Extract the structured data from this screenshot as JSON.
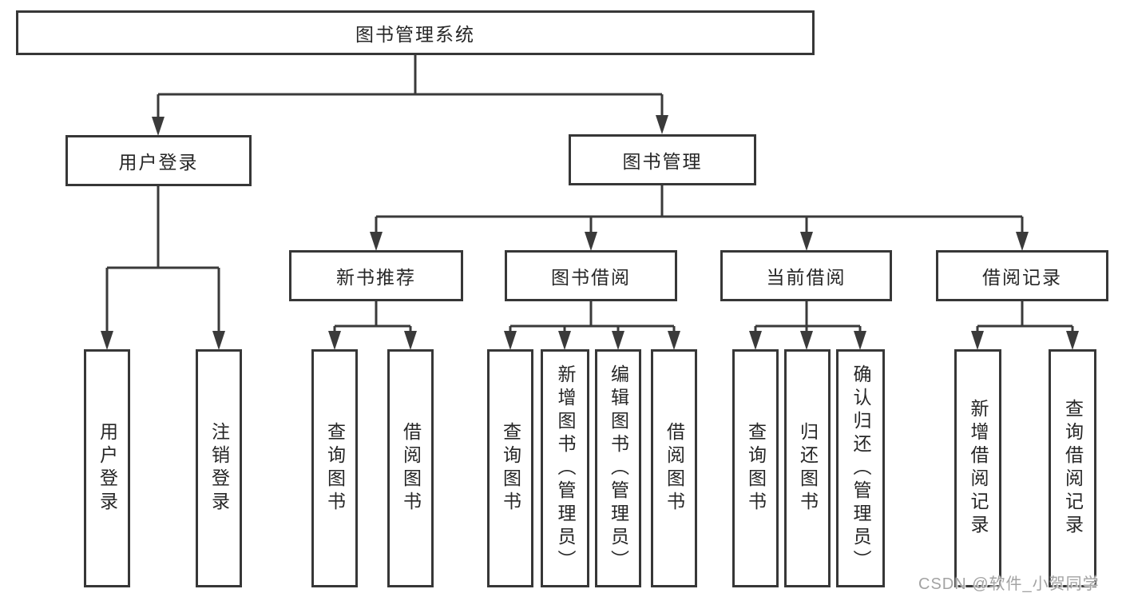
{
  "diagram": {
    "root": {
      "label": "图书管理系统"
    },
    "branches": [
      {
        "label": "用户登录",
        "children": [
          {
            "label": "用户登录"
          },
          {
            "label": "注销登录"
          }
        ]
      },
      {
        "label": "图书管理",
        "children": [
          {
            "label": "新书推荐",
            "children": [
              {
                "label": "查询图书"
              },
              {
                "label": "借阅图书"
              }
            ]
          },
          {
            "label": "图书借阅",
            "children": [
              {
                "label": "查询图书"
              },
              {
                "label": "新增图书（管理员）"
              },
              {
                "label": "编辑图书（管理员）"
              },
              {
                "label": "借阅图书"
              }
            ]
          },
          {
            "label": "当前借阅",
            "children": [
              {
                "label": "查询图书"
              },
              {
                "label": "归还图书"
              },
              {
                "label": "确认归还（管理员）"
              }
            ]
          },
          {
            "label": "借阅记录",
            "children": [
              {
                "label": "新增借阅记录"
              },
              {
                "label": "查询借阅记录"
              }
            ]
          }
        ]
      }
    ]
  },
  "watermark": "CSDN @软件_小贺同学",
  "colors": {
    "line": "#3a3a3a",
    "box_border": "#373737",
    "text": "#262626",
    "watermark": "#a3a3a3",
    "background": "#ffffff"
  }
}
